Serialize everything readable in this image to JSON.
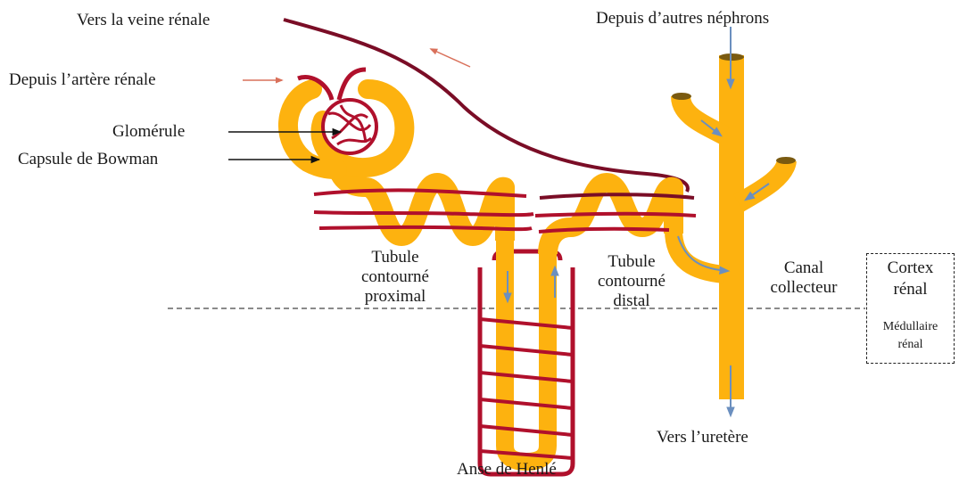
{
  "labels": {
    "vein": "Vers la veine rénale",
    "artery": "Depuis l’artère rénale",
    "glomerulus": "Glomérule",
    "bowman": "Capsule de Bowman",
    "other_nephrons": "Depuis d’autres néphrons",
    "proximal": [
      "Tubule",
      "contourné",
      "proximal"
    ],
    "distal": [
      "Tubule",
      "contourné",
      "distal"
    ],
    "collecting": [
      "Canal",
      "collecteur"
    ],
    "ureter": "Vers l’uretère",
    "henle": "Anse de Henlé"
  },
  "zones": {
    "cortex": [
      "Cortex",
      "rénal"
    ],
    "medulla": [
      "Médullaire",
      "rénal"
    ]
  },
  "colors": {
    "tubule": "#FDB20F",
    "vessel": "#B0102C",
    "vein": "#7A0D26",
    "flow_arrow": "#6B8FBF",
    "blood_arrow": "#D9705A"
  }
}
